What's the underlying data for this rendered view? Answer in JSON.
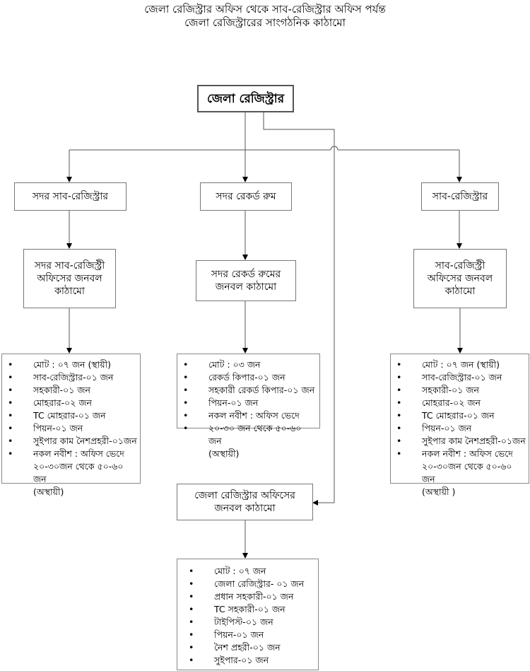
{
  "title": {
    "line1": "জেলা রেজিস্ট্রার অফিস থেকে সাব-রেজিস্ট্রার অফিস পর্যন্ত",
    "line2": "জেলা রেজিস্ট্রারের সাংগঠনিক কাঠামো"
  },
  "top_box": "জেলা রেজিস্ট্রার",
  "level2": {
    "left": "সদর সাব-রেজিস্ট্রার",
    "middle": "সদর রেকর্ড রুম",
    "right": "সাব-রেজিস্ট্রার"
  },
  "level3": {
    "left": [
      "সদর সাব-রেজিস্ট্রী",
      "অফিসের জনবল",
      "কাঠামো"
    ],
    "middle": [
      "সদর রেকর্ড রুমের",
      "জনবল কাঠামো"
    ],
    "right": [
      "সাব-রেজিস্ট্রী",
      "অফিসের জনবল",
      "কাঠামো"
    ]
  },
  "district_office_box": [
    "জেলা রেজিস্ট্রার অফিসের",
    "জনবল কাঠামো"
  ],
  "lists": {
    "left": [
      "মোট : ০৭ জন (স্থায়ী)",
      "সাব-রেজিস্ট্রার-০১ জন",
      "সহকারী-০১ জন",
      "মোহরার-০২ জন",
      "TC মোহরার-০১ জন",
      "পিয়ন-০১ জন",
      "সুইপার কাম নৈশপ্রহরী-০১জন",
      "নকল নবীশ : অফিস ভেদে",
      "২০-৩০জন থেকে ৫০-৬০ জন",
      "(অস্থায়ী)"
    ],
    "middle": [
      "মোট : ০৩ জন",
      "রেকর্ড কিপার-০১ জন",
      "সহকারী রেকর্ড কিপার-০১ জন",
      "পিয়ন-০১ জন",
      "নকল নবীশ : অফিস ভেদে",
      "২০-৩০ জন থেকে ৫০-৬০ জন",
      "(অস্থায়ী)"
    ],
    "right": [
      "মোট : ০৭ জন (স্থায়ী)",
      "সাব-রেজিস্ট্রার-০১ জন",
      "সহকারী-০১ জন",
      "মোহরার-০২ জন",
      "TC মোহরার-০১ জন",
      "পিয়ন-০১ জন",
      "সুইপার কাম নৈশপ্রহরী-০১জন",
      "নকল নবীশ : অফিস ভেদে",
      "২০-৩০জন থেকে ৫০-৬০ জন",
      "(অস্থায়ী )"
    ],
    "bottom": [
      "মোট : ০৭ জন",
      "জেলা রেজিস্ট্রার- ০১ জন",
      "প্রধান সহকারী-০১ জন",
      "TC সহকারী-০১ জন",
      "টাইপিস্ট-০১ জন",
      "পিয়ন-০১ জন",
      "নৈশ প্রহরী-০১ জন",
      "সুইপার-০১ জন"
    ]
  },
  "bullet": "•"
}
